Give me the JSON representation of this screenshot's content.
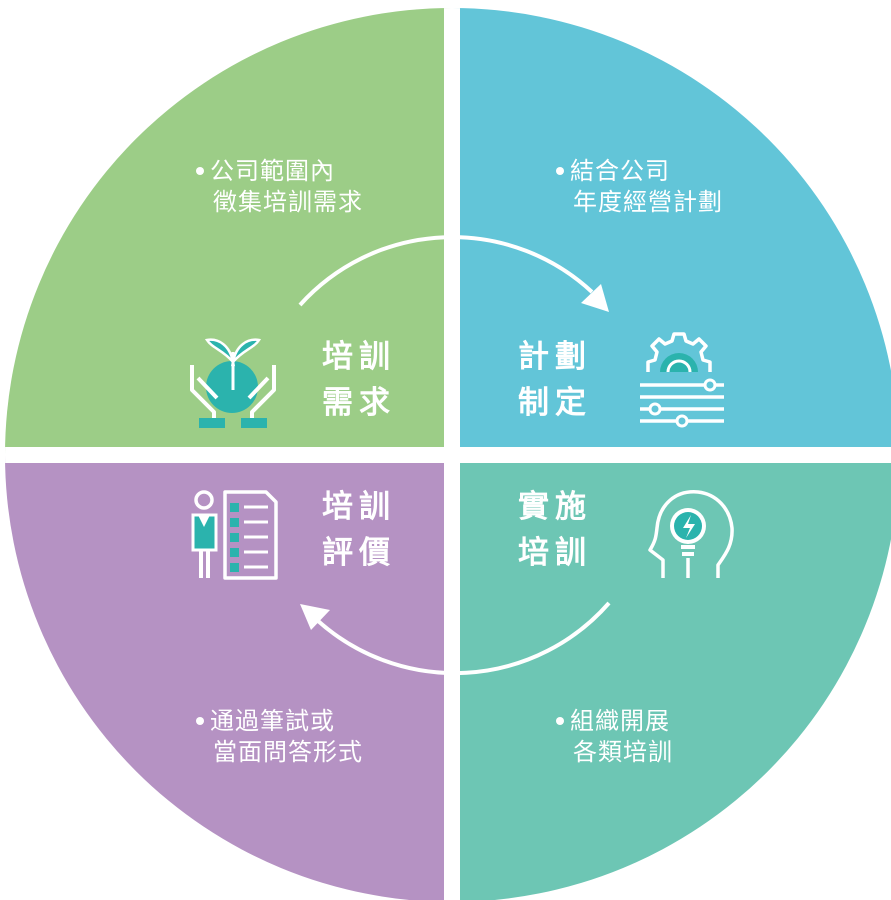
{
  "colors": {
    "needs": "#9ccd87",
    "planning": "#62c5d8",
    "implementation": "#6dc6b4",
    "evaluation": "#b592c3",
    "accent": "#2bb3ad",
    "divider": "#ffffff"
  },
  "quadrants": {
    "needs": {
      "title_lines": [
        "培訓",
        "需求"
      ],
      "desc_lines": [
        "公司範圍內",
        "徵集培訓需求"
      ],
      "icon": "hands-with-plant-icon"
    },
    "planning": {
      "title_lines": [
        "計劃",
        "制定"
      ],
      "desc_lines": [
        "結合公司",
        "年度經營計劃"
      ],
      "icon": "gear-with-sliders-icon"
    },
    "implementation": {
      "title_lines": [
        "實施",
        "培訓"
      ],
      "desc_lines": [
        "組織開展",
        "各類培訓"
      ],
      "icon": "head-with-lightbulb-icon"
    },
    "evaluation": {
      "title_lines": [
        "培訓",
        "評價"
      ],
      "desc_lines": [
        "通過筆試或",
        "當面問答形式"
      ],
      "icon": "person-with-checklist-icon"
    }
  }
}
